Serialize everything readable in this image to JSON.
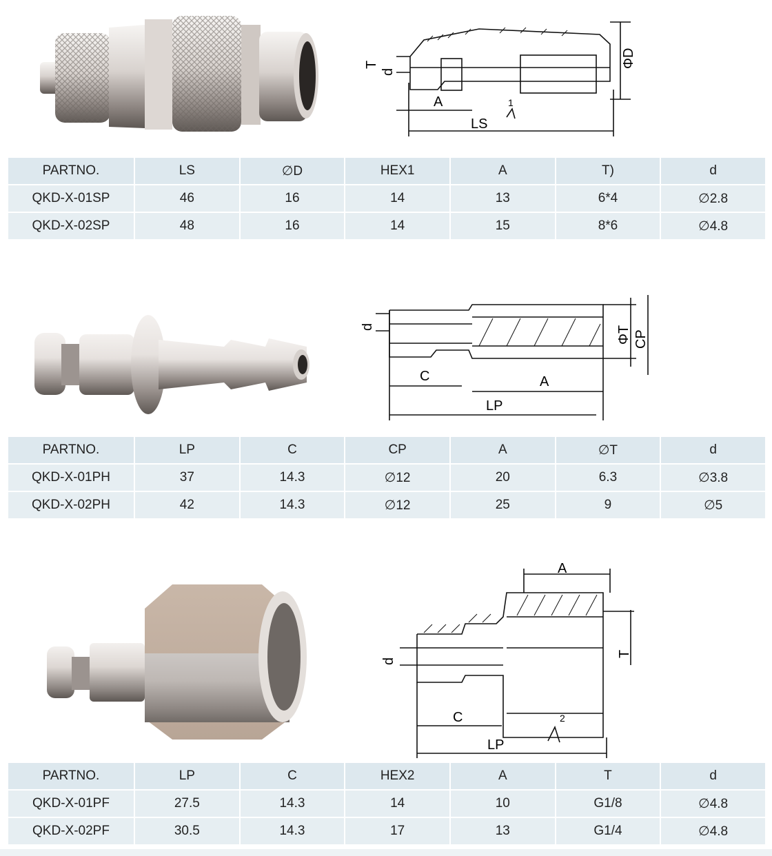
{
  "tables": [
    {
      "headers": [
        "PARTNO.",
        "LS",
        "∅D",
        "HEX1",
        "A",
        "T)",
        "d"
      ],
      "rows": [
        [
          "QKD-X-01SP",
          "46",
          "16",
          "14",
          "13",
          "6*4",
          "∅2.8"
        ],
        [
          "QKD-X-02SP",
          "48",
          "16",
          "14",
          "15",
          "8*6",
          "∅4.8"
        ]
      ]
    },
    {
      "headers": [
        "PARTNO.",
        "LP",
        "C",
        "CP",
        "A",
        "∅T",
        "d"
      ],
      "rows": [
        [
          "QKD-X-01PH",
          "37",
          "14.3",
          "∅12",
          "20",
          "6.3",
          "∅3.8"
        ],
        [
          "QKD-X-02PH",
          "42",
          "14.3",
          "∅12",
          "25",
          "9",
          "∅5"
        ]
      ]
    },
    {
      "headers": [
        "PARTNO.",
        "LP",
        "C",
        "HEX2",
        "A",
        "T",
        "d"
      ],
      "rows": [
        [
          "QKD-X-01PF",
          "27.5",
          "14.3",
          "14",
          "10",
          "G1/8",
          "∅4.8"
        ],
        [
          "QKD-X-02PF",
          "30.5",
          "14.3",
          "17",
          "13",
          "G1/4",
          "∅4.8"
        ]
      ]
    }
  ],
  "drawings": [
    {
      "labels": {
        "t": "T",
        "d": "d",
        "phid": "ΦD",
        "a": "A",
        "ls": "LS",
        "mark": "1"
      }
    },
    {
      "labels": {
        "d": "d",
        "c": "C",
        "a": "A",
        "lp": "LP",
        "phit": "ΦT",
        "cp": "CP"
      }
    },
    {
      "labels": {
        "d": "d",
        "c": "C",
        "lp": "LP",
        "a": "A",
        "t": "T",
        "mark": "2"
      }
    }
  ],
  "colors": {
    "cell": "#e6eef2",
    "metal_light": "#e9e6e4",
    "metal_dark": "#8f8884",
    "brass_hex": "#c7b5a6"
  }
}
